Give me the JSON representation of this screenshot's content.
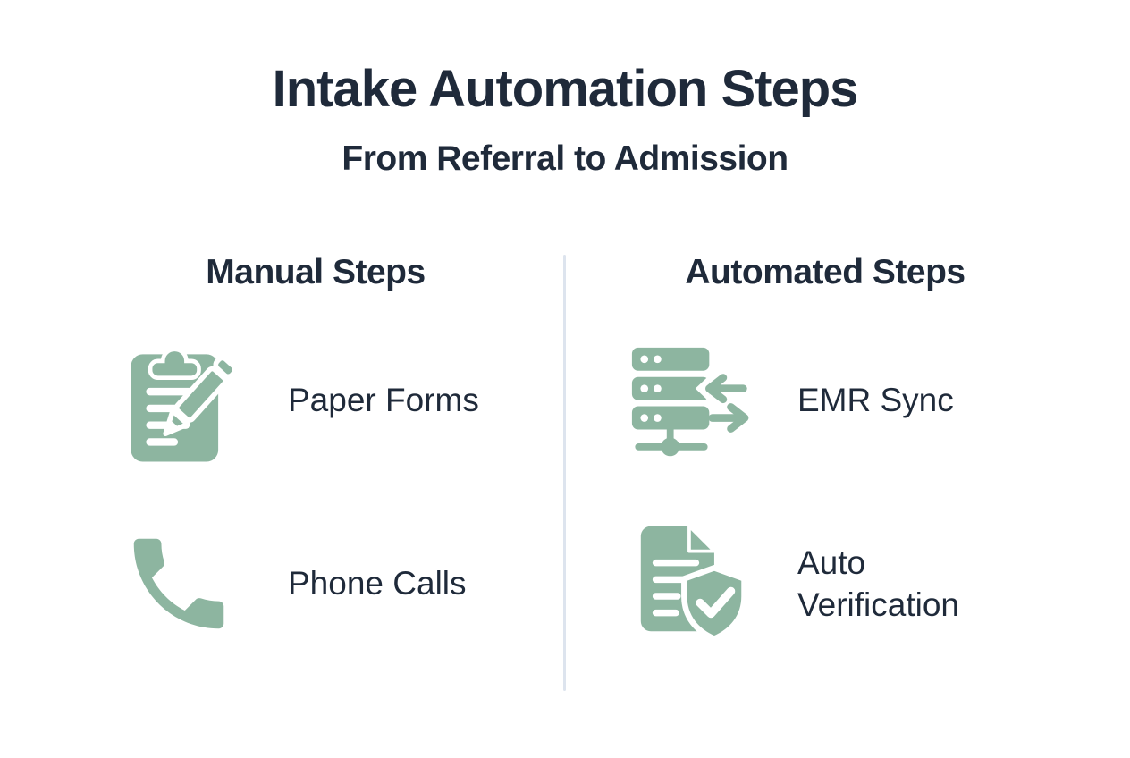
{
  "header": {
    "title": "Intake Automation Steps",
    "subtitle": "From Referral to Admission"
  },
  "colors": {
    "accent_green": "#8db5a0",
    "text_dark": "#1f2a3a",
    "divider": "#dde4ee",
    "background": "#ffffff"
  },
  "columns": [
    {
      "id": "manual",
      "header": "Manual Steps",
      "items": [
        {
          "icon": "clipboard-pen-icon",
          "label": "Paper Forms"
        },
        {
          "icon": "phone-icon",
          "label": "Phone Calls"
        }
      ]
    },
    {
      "id": "automated",
      "header": "Automated Steps",
      "items": [
        {
          "icon": "server-sync-icon",
          "label": "EMR Sync"
        },
        {
          "icon": "document-shield-check-icon",
          "label": "Auto Verification"
        }
      ]
    }
  ]
}
